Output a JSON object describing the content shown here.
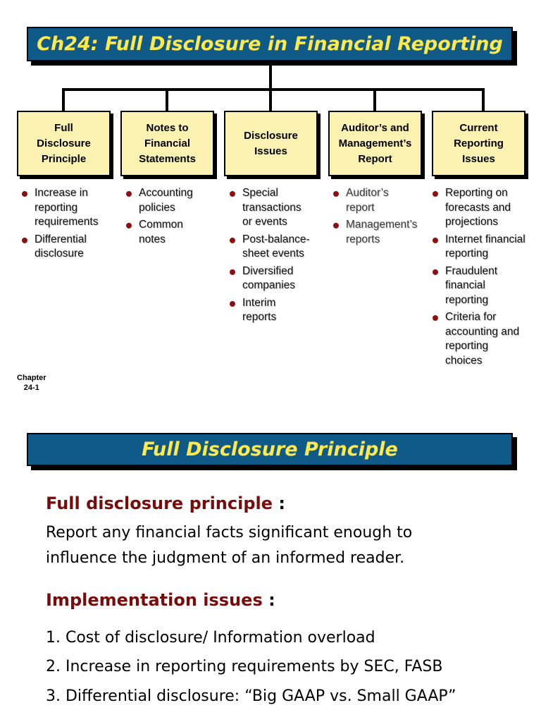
{
  "slide1": {
    "title": "Ch24: Full Disclosure in Financial Reporting",
    "boxes": [
      "Full\nDisclosure\nPrinciple",
      "Notes to\nFinancial\nStatements",
      "Disclosure\nIssues",
      "Auditor’s and\nManagement’s\nReport",
      "Current\nReporting\nIssues"
    ],
    "columns": [
      [
        "Increase in\nreporting\nrequirements",
        "Differential\ndisclosure"
      ],
      [
        "Accounting\npolicies",
        "Common\nnotes"
      ],
      [
        "Special\ntransactions\nor events",
        "Post-balance-\nsheet events",
        "Diversified\ncompanies",
        "Interim\nreports"
      ],
      [
        "Auditor’s\nreport",
        "Management’s\nreports"
      ],
      [
        "Reporting on\nforecasts and\nprojections",
        "Internet financial\nreporting",
        "Fraudulent\nfinancial\nreporting",
        "Criteria for\naccounting and\nreporting\nchoices"
      ]
    ],
    "chapter_label": "Chapter\n24-1"
  },
  "slide2": {
    "title": "Full Disclosure Principle",
    "principle_term": "Full disclosure principle",
    "principle_colon": " :",
    "definition_line1": "Report any financial facts significant enough to",
    "definition_line2": "influence the judgment of an informed reader.",
    "issues_term": "Implementation issues",
    "issues_colon": " :",
    "issues": [
      "1. Cost of disclosure/ Information overload",
      "2. Increase in reporting requirements by SEC, FASB",
      "3. Differential disclosure: “Big GAAP vs. Small GAAP”"
    ]
  },
  "colors": {
    "title_bg": "#0f5a86",
    "title_text": "#ffe94d",
    "box_bg": "#fbf1b0",
    "bullet": "#8e0f12",
    "term": "#7a0b0b"
  }
}
